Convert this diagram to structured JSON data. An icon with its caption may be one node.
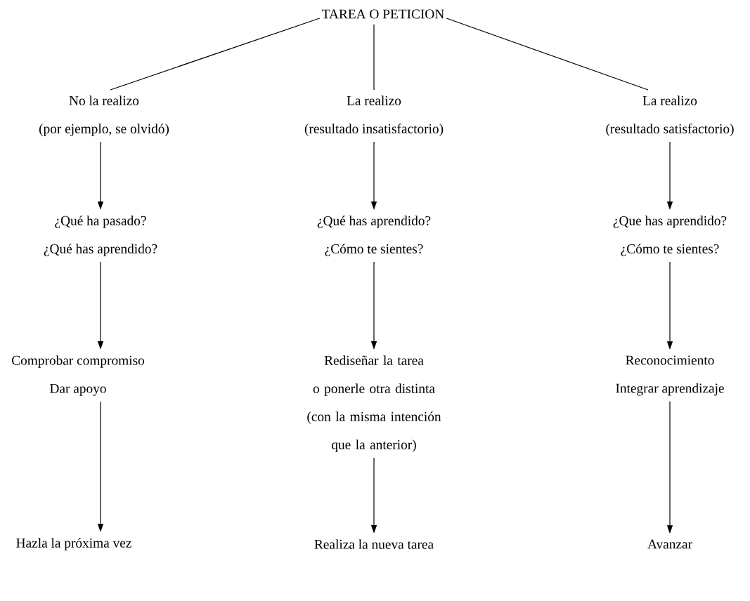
{
  "diagram": {
    "nodes": [
      {
        "text": [
          "TAREA O PETICION"
        ]
      },
      {
        "text": [
          "No la realizo",
          "(por ejemplo, se olvidó)"
        ]
      },
      {
        "text": [
          "La realizo",
          "(resultado insatisfactorio)"
        ]
      },
      {
        "text": [
          "La realizo",
          "(resultado satisfactorio)"
        ]
      },
      {
        "text": [
          "¿Qué ha pasado?",
          "¿Qué has aprendido?"
        ]
      },
      {
        "text": [
          "¿Qué has aprendido?",
          "¿Cómo te sientes?"
        ]
      },
      {
        "text": [
          "¿Que has aprendido?",
          "¿Cómo te sientes?"
        ]
      },
      {
        "text": [
          "Comprobar compromiso",
          "Dar apoyo"
        ]
      },
      {
        "text": [
          "Rediseñar la tarea",
          "o ponerle otra distinta",
          "(con la misma intención que la anterior)"
        ]
      },
      {
        "text": [
          "Reconocimiento",
          "Integrar aprendizaje"
        ]
      },
      {
        "text": [
          "Hazla la próxima vez"
        ]
      },
      {
        "text": [
          "Realiza la nueva tarea"
        ]
      },
      {
        "text": [
          "Avanzar"
        ]
      }
    ],
    "edges": [
      {
        "from": 0,
        "to": 1,
        "arrow": "none"
      },
      {
        "from": 0,
        "to": 2,
        "arrow": "none"
      },
      {
        "from": 0,
        "to": 3,
        "arrow": "none"
      },
      {
        "from": 1,
        "to": 4,
        "arrow": "to"
      },
      {
        "from": 2,
        "to": 5,
        "arrow": "to"
      },
      {
        "from": 3,
        "to": 6,
        "arrow": "to"
      },
      {
        "from": 4,
        "to": 7,
        "arrow": "to"
      },
      {
        "from": 5,
        "to": 8,
        "arrow": "to"
      },
      {
        "from": 6,
        "to": 9,
        "arrow": "to"
      },
      {
        "from": 7,
        "to": 10,
        "arrow": "to"
      },
      {
        "from": 8,
        "to": 11,
        "arrow": "to"
      },
      {
        "from": 9,
        "to": 12,
        "arrow": "to"
      }
    ]
  }
}
